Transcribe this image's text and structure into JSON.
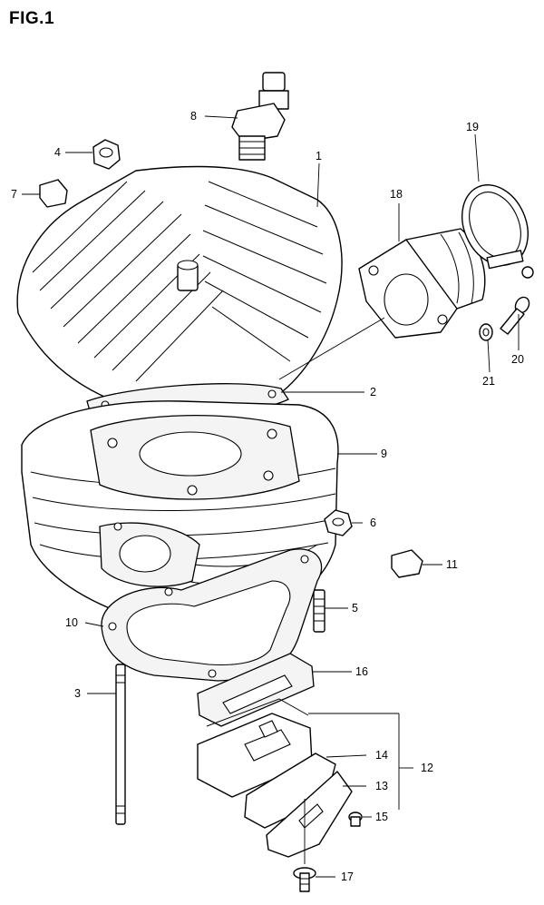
{
  "figure": {
    "title": "FIG.1"
  },
  "callouts": [
    {
      "id": "1",
      "text": "1"
    },
    {
      "id": "2",
      "text": "2"
    },
    {
      "id": "3",
      "text": "3"
    },
    {
      "id": "4",
      "text": "4"
    },
    {
      "id": "5",
      "text": "5"
    },
    {
      "id": "6",
      "text": "6"
    },
    {
      "id": "7",
      "text": "7"
    },
    {
      "id": "8",
      "text": "8"
    },
    {
      "id": "9",
      "text": "9"
    },
    {
      "id": "10",
      "text": "10"
    },
    {
      "id": "11",
      "text": "11"
    },
    {
      "id": "12",
      "text": "12"
    },
    {
      "id": "13",
      "text": "13"
    },
    {
      "id": "14",
      "text": "14"
    },
    {
      "id": "15",
      "text": "15"
    },
    {
      "id": "16",
      "text": "16"
    },
    {
      "id": "17",
      "text": "17"
    },
    {
      "id": "18",
      "text": "18"
    },
    {
      "id": "19",
      "text": "19"
    },
    {
      "id": "20",
      "text": "20"
    },
    {
      "id": "21",
      "text": "21"
    }
  ]
}
